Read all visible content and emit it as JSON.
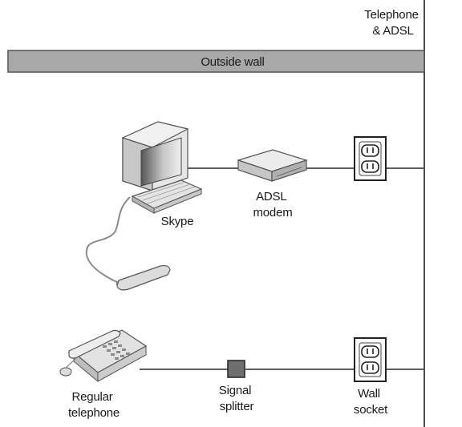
{
  "labels": {
    "line": [
      "Telephone",
      "& ADSL"
    ],
    "outside_wall": "Outside wall",
    "computer": "Skype",
    "modem": [
      "ADSL",
      "modem"
    ],
    "phone": [
      "Regular",
      "telephone"
    ],
    "splitter": [
      "Signal",
      "splitter"
    ],
    "socket": [
      "Wall",
      "socket"
    ]
  },
  "colors": {
    "wall_fill": "#a8a8a8",
    "line": "#4d4d4d",
    "device_light": "#e6e6e6",
    "device_mid": "#c4c4c4",
    "device_dark": "#8c8c8c",
    "splitter": "#6e6e6e"
  }
}
